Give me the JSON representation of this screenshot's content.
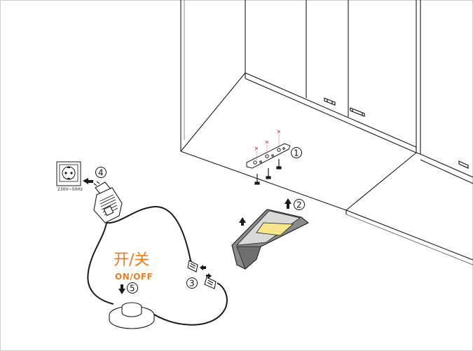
{
  "labels": {
    "switch_cn": "开/关",
    "switch_en": "ON/OFF",
    "socket_rating": "230V~50Hz"
  },
  "steps": [
    "1",
    "2",
    "3",
    "4",
    "5"
  ],
  "marks": {
    "screw_x": "×"
  },
  "colors": {
    "accent": "#f07a1e",
    "led_panel": "#f7e58a",
    "mark_red": "#e0303a",
    "housing": "#8a8a8a",
    "line": "#1a1a1a"
  },
  "icons": [
    "wall-socket-icon",
    "power-adapter-icon",
    "foot-switch-icon",
    "led-light-icon",
    "mounting-plate-icon",
    "screw-icon",
    "connector-icon",
    "arrow-icon"
  ]
}
